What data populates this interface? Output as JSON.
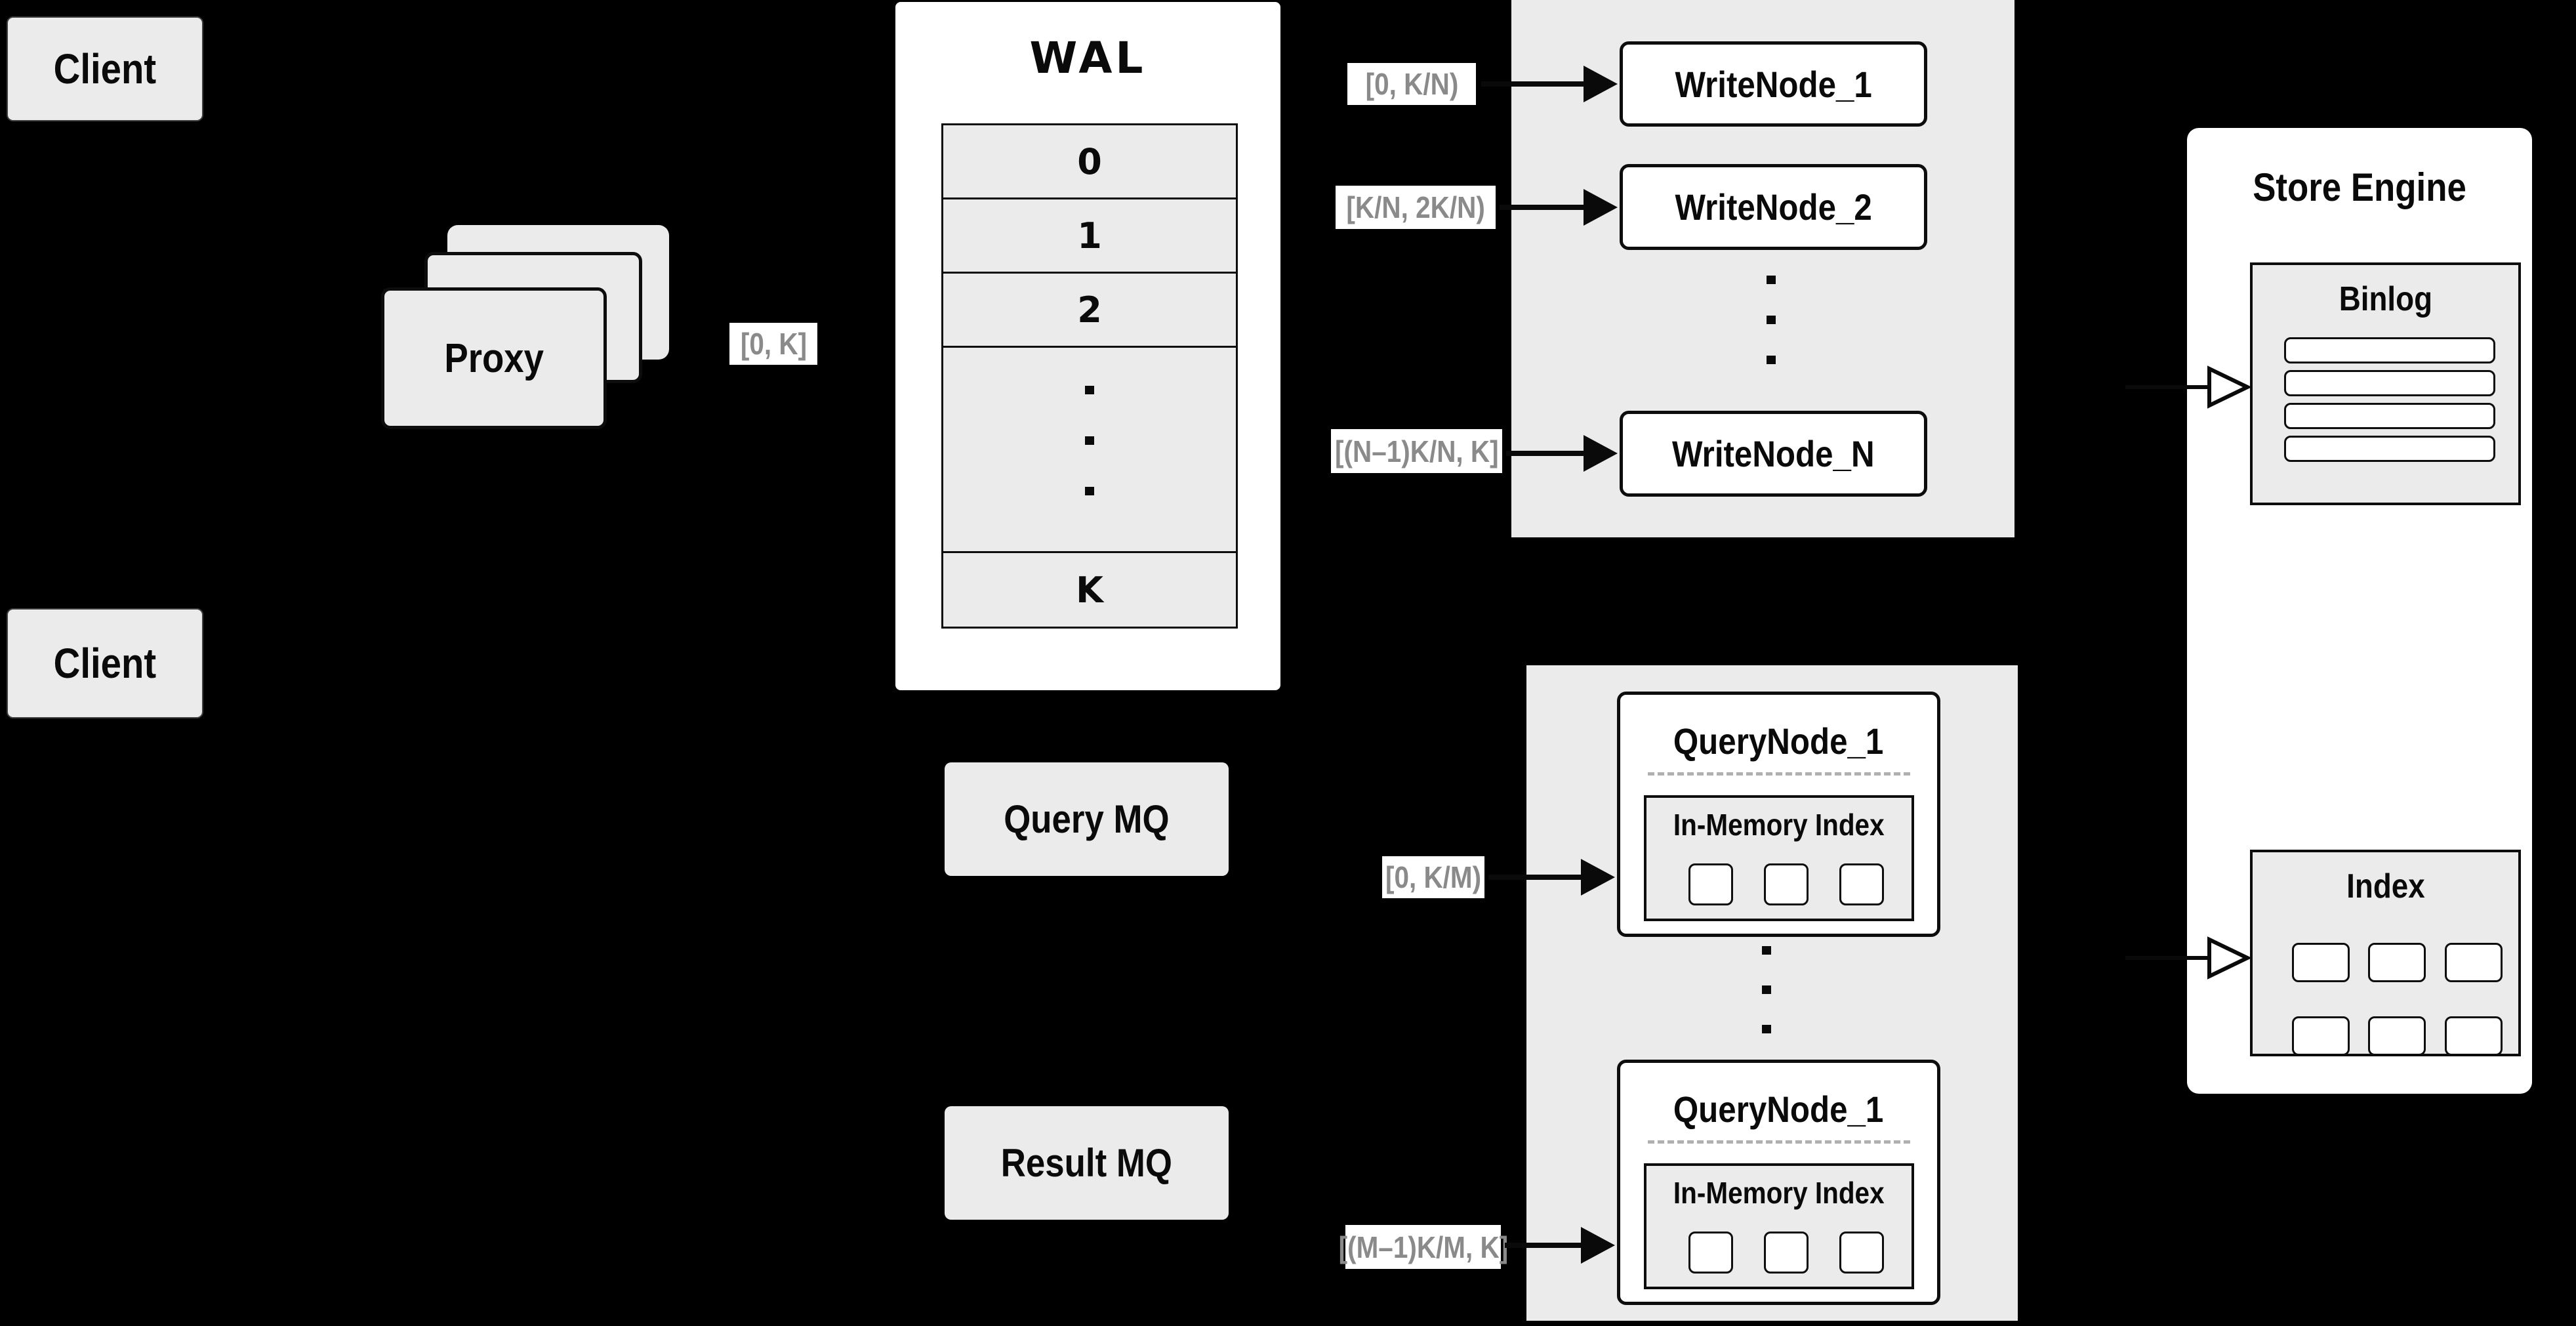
{
  "colors": {
    "background": "#000000",
    "box_fill_gray": "#ebebeb",
    "box_fill_white": "#ffffff",
    "border_black": "#0d0d0d",
    "range_label_text": "#8a8a8a",
    "dashed_separator": "#b0b0b0"
  },
  "clients": {
    "top": "Client",
    "bottom": "Client"
  },
  "proxy": {
    "label": "Proxy",
    "range_label": "[0, K]"
  },
  "wal": {
    "title": "WAL",
    "rows": [
      "0",
      "1",
      "2"
    ],
    "last_row": "K"
  },
  "write_cluster": {
    "nodes": [
      {
        "label": "WriteNode_1",
        "range": "[0,  K/N)"
      },
      {
        "label": "WriteNode_2",
        "range": "[K/N, 2K/N)"
      },
      {
        "label": "WriteNode_N",
        "range": "[(N–1)K/N,  K]"
      }
    ]
  },
  "store_engine": {
    "title": "Store Engine",
    "binlog_title": "Binlog",
    "index_title": "Index"
  },
  "mq": {
    "query": "Query MQ",
    "result": "Result MQ"
  },
  "query_cluster": {
    "nodes": [
      {
        "title": "QueryNode_1",
        "inner_title": "In-Memory Index",
        "range": "[0, K/M)"
      },
      {
        "title": "QueryNode_1",
        "inner_title": "In-Memory Index",
        "range": "[(M–1)K/M, K]"
      }
    ]
  }
}
